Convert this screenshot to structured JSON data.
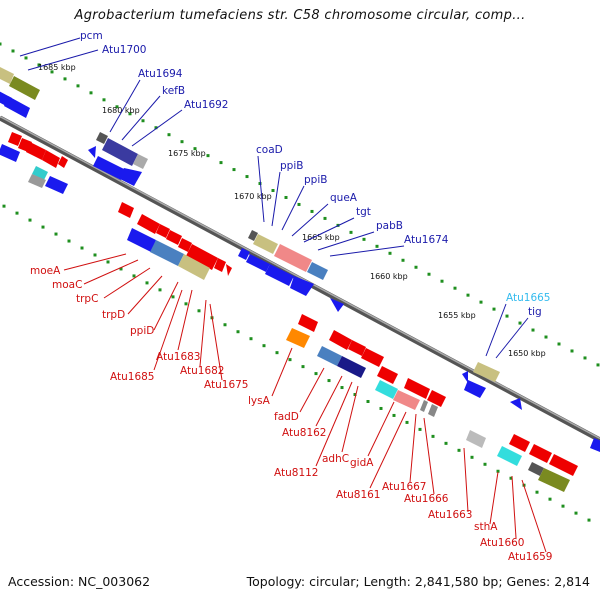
{
  "title": "Agrobacterium tumefaciens str. C58 chromosome circular, comp...",
  "footer": {
    "accession": "Accession: NC_003062",
    "summary": "Topology: circular; Length: 2,841,580 bp; Genes: 2,814"
  },
  "colors": {
    "forward_label": "#1a1aaa",
    "reverse_label": "#d01010",
    "highlight_label": "#33bbee",
    "backbone": "#888888",
    "tick": "#1f8f1f"
  },
  "scale_ticks": [
    "1685 kbp",
    "1680 kbp",
    "1675 kbp",
    "1670 kbp",
    "1665 kbp",
    "1660 kbp",
    "1655 kbp",
    "1650 kbp"
  ],
  "forward_labels": [
    "pcm",
    "Atu1700",
    "Atu1694",
    "kefB",
    "Atu1692",
    "coaD",
    "ppiB",
    "ppiB",
    "queA",
    "tgt",
    "pabB",
    "Atu1674",
    "Atu1665",
    "tig"
  ],
  "reverse_labels": [
    "moeA",
    "moaC",
    "trpC",
    "trpD",
    "ppiD",
    "Atu1683",
    "Atu1685",
    "Atu1682",
    "Atu1675",
    "lysA",
    "fadD",
    "Atu8162",
    "adhC",
    "Atu8112",
    "gidA",
    "Atu8161",
    "Atu1667",
    "Atu1666",
    "Atu1663",
    "sthA",
    "Atu1660",
    "Atu1659"
  ]
}
